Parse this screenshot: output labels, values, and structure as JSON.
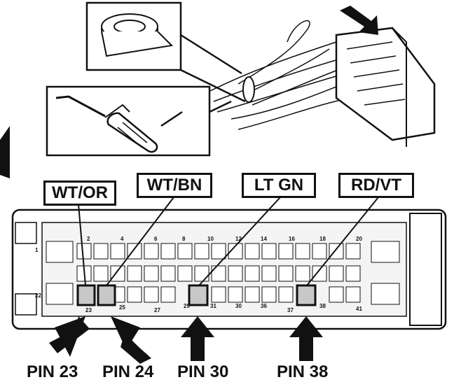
{
  "wire_labels": {
    "wt_or": "WT/OR",
    "wt_bn": "WT/BN",
    "lt_gn": "LT GN",
    "rd_vt": "RD/VT"
  },
  "pin_labels": {
    "pin23": "PIN 23",
    "pin24": "PIN 24",
    "pin30": "PIN 30",
    "pin38": "PIN 38"
  },
  "cavity_numbers": {
    "top_row": [
      "1",
      "2",
      "4",
      "6",
      "8",
      "10",
      "12",
      "14",
      "16",
      "18",
      "20"
    ],
    "bottom_row": [
      "22",
      "23",
      "25",
      "27",
      "29",
      "31",
      "30",
      "36",
      "37",
      "38",
      "41"
    ]
  },
  "tools": [
    "tape-roll-icon",
    "pick-tool-icon",
    "screwdriver-icon",
    "wire-harness-connector-icon"
  ]
}
